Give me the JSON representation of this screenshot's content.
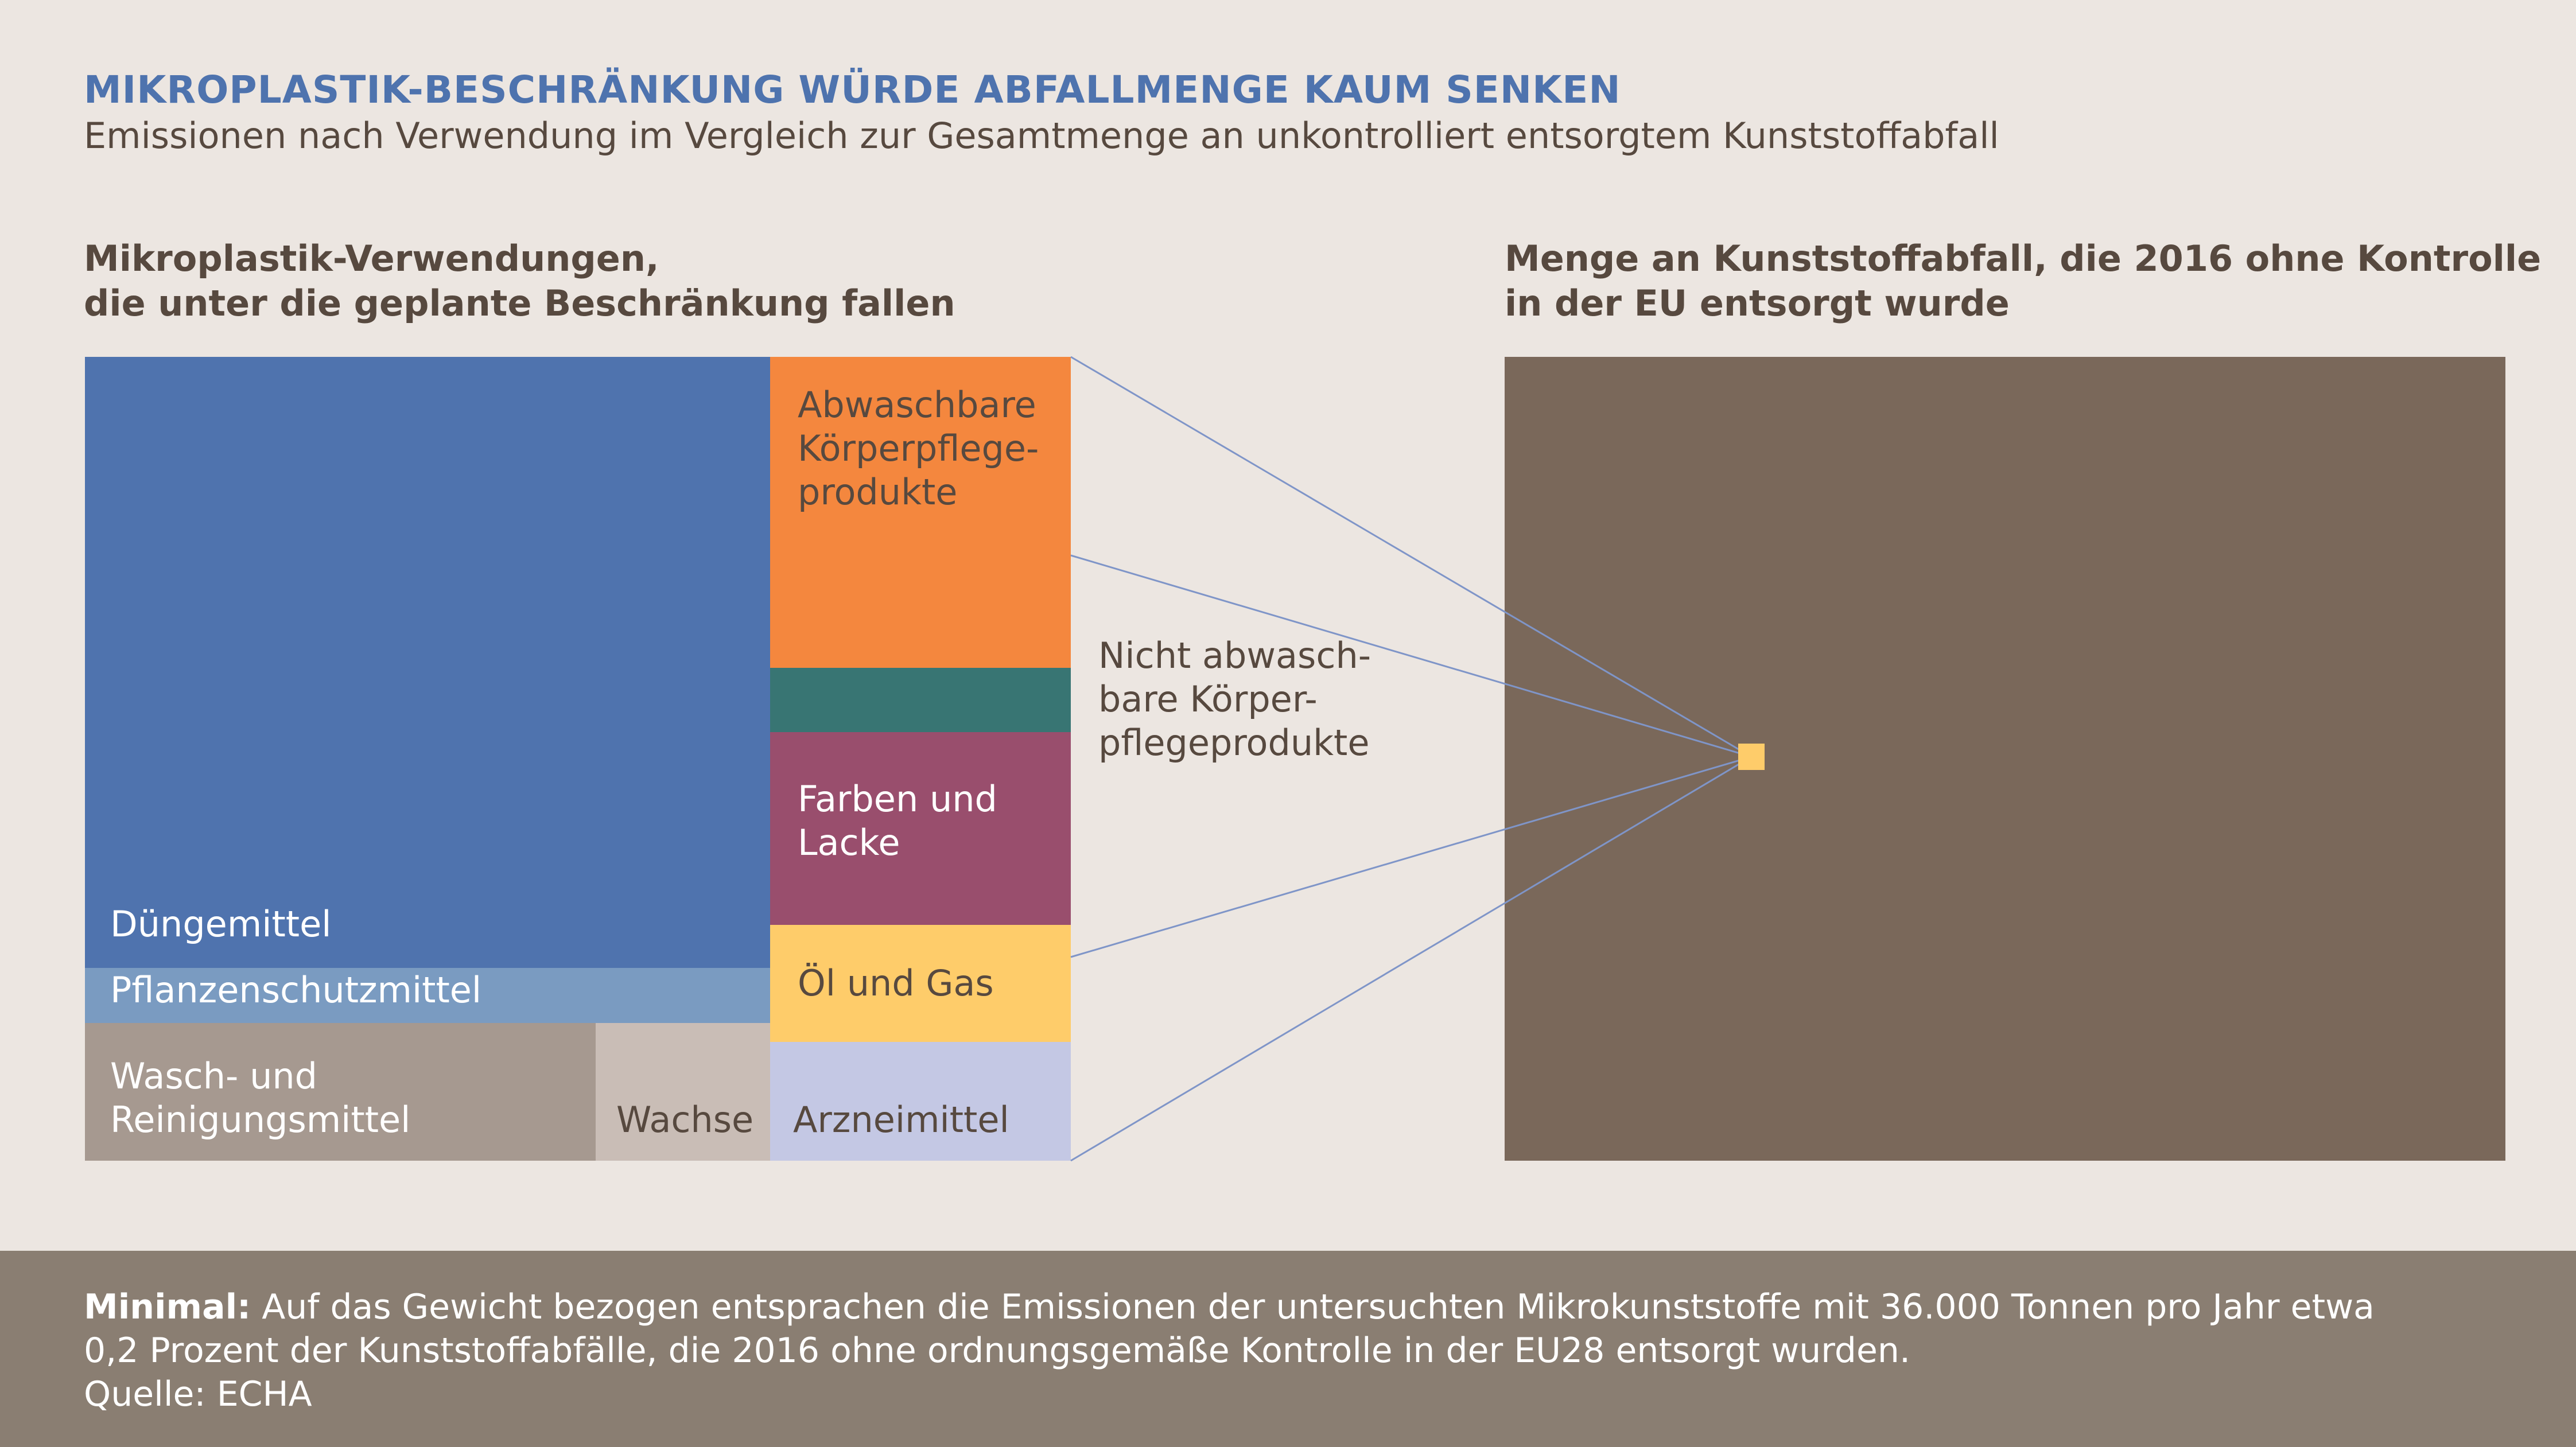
{
  "header": {
    "title": "MIKROPLASTIK-BESCHRÄNKUNG WÜRDE ABFALLMENGE KAUM SENKEN",
    "subtitle": "Emissionen nach Verwendung im Vergleich zur Gesamtmenge an unkontrolliert entsorgtem Kunststoffabfall"
  },
  "left_heading": {
    "line1": "Mikroplastik-Verwendungen,",
    "line2": "die unter die geplante Beschränkung fallen"
  },
  "right_heading": {
    "line1": "Menge an Kunststoffabfall, die 2016 ohne Kontrolle",
    "line2": "in der EU entsorgt wurde"
  },
  "chart_data": {
    "type": "treemap",
    "categories": [
      {
        "key": "duengemittel",
        "label_lines": [
          "Düngemittel"
        ],
        "color": "#4f73ae",
        "text_color": "#ffffff"
      },
      {
        "key": "pflanzenschutz",
        "label_lines": [
          "Pflanzenschutzmittel"
        ],
        "color": "#7a9bc1",
        "text_color": "#ffffff"
      },
      {
        "key": "wasch",
        "label_lines": [
          "Wasch- und",
          "Reinigungsmittel"
        ],
        "color": "#a69990",
        "text_color": "#ffffff"
      },
      {
        "key": "wachse",
        "label_lines": [
          "Wachse"
        ],
        "color": "#c9bdb6",
        "text_color": "#57493f"
      },
      {
        "key": "abwaschbar",
        "label_lines": [
          "Abwaschbare",
          "Körperpflege-",
          "produkte"
        ],
        "color": "#f4873e",
        "text_color": "#57493f"
      },
      {
        "key": "nicht_abwaschbar",
        "label_lines": [
          "Nicht abwasch-",
          "bare Körper-",
          "pflegeprodukte"
        ],
        "color": "#387573",
        "text_color": "#57493f"
      },
      {
        "key": "farben",
        "label_lines": [
          "Farben und",
          "Lacke"
        ],
        "color": "#994e6d",
        "text_color": "#ffffff"
      },
      {
        "key": "oel",
        "label_lines": [
          "Öl und Gas"
        ],
        "color": "#fecc6a",
        "text_color": "#57493f"
      },
      {
        "key": "arznei",
        "label_lines": [
          "Arzneimittel"
        ],
        "color": "#c4c8e4",
        "text_color": "#57493f"
      }
    ],
    "total_waste": {
      "color": "#7a685a"
    },
    "microplastic_total": {
      "color": "#fecc6a"
    },
    "connector_color": "#7f95c8"
  },
  "footer": {
    "bold_label": "Minimal:",
    "line1": "Auf das Gewicht bezogen entsprachen die Emissionen der untersuchten Mikrokunststoffe mit 36.000 Tonnen pro Jahr etwa",
    "line2": "0,2 Prozent der Kunststoffabfälle, die 2016 ohne ordnungsgemäße Kontrolle in der EU28 entsorgt wurden.",
    "source": "Quelle: ECHA"
  }
}
